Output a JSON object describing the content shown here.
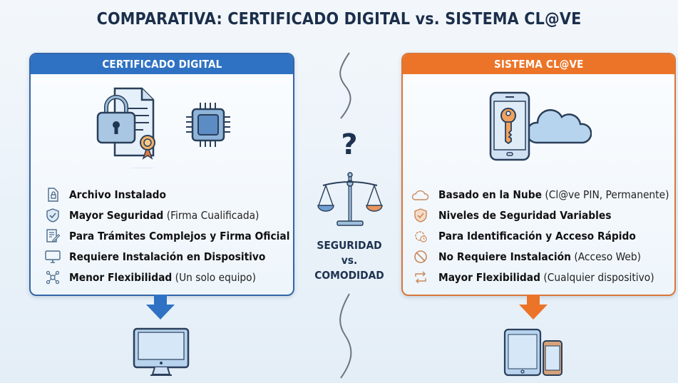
{
  "title": "COMPARATIVA: CERTIFICADO DIGITAL vs. SISTEMA CL@VE",
  "colors": {
    "left_accent": "#2f72c4",
    "right_accent": "#ec7428",
    "title_text": "#1b2f4b",
    "background": "#eaf2f9"
  },
  "left_panel": {
    "header": "CERTIFICADO DIGITAL",
    "hero_icons": [
      "lock-document-certificate-icon",
      "chip-icon"
    ],
    "items": [
      {
        "icon": "file-lock-icon",
        "bold": "Archivo Instalado",
        "normal": ""
      },
      {
        "icon": "shield-check-icon",
        "bold": "Mayor Seguridad",
        "normal": " (Firma Cualificada)"
      },
      {
        "icon": "document-sign-icon",
        "bold": "Para Trámites Complejos y Firma Oficial",
        "normal": ""
      },
      {
        "icon": "monitor-icon",
        "bold": "Requiere Instalación en Dispositivo",
        "normal": ""
      },
      {
        "icon": "network-nodes-icon",
        "bold": "Menor Flexibilidad",
        "normal": " (Un solo equipo)"
      }
    ],
    "footer_icon": "desktop-computer-icon"
  },
  "center": {
    "question_mark": "?",
    "icon": "balance-scale-icon",
    "caption_line1": "SEGURIDAD",
    "caption_line2": "vs.",
    "caption_line3": "COMODIDAD"
  },
  "right_panel": {
    "header": "SISTEMA CL@VE",
    "hero_icons": [
      "smartphone-key-icon",
      "cloud-icon"
    ],
    "items": [
      {
        "icon": "cloud-icon",
        "bold": "Basado en la Nube",
        "normal": " (Cl@ve PIN, Permanente)"
      },
      {
        "icon": "shield-check-icon",
        "bold": "Niveles de Seguridad Variables",
        "normal": ""
      },
      {
        "icon": "gear-clock-icon",
        "bold": "Para Identificación y Acceso Rápido",
        "normal": ""
      },
      {
        "icon": "no-entry-icon",
        "bold": "No Requiere Instalación",
        "normal": " (Acceso Web)"
      },
      {
        "icon": "sync-arrows-icon",
        "bold": "Mayor Flexibilidad",
        "normal": " (Cualquier dispositivo)"
      }
    ],
    "footer_icon": "tablet-and-phone-icon"
  }
}
